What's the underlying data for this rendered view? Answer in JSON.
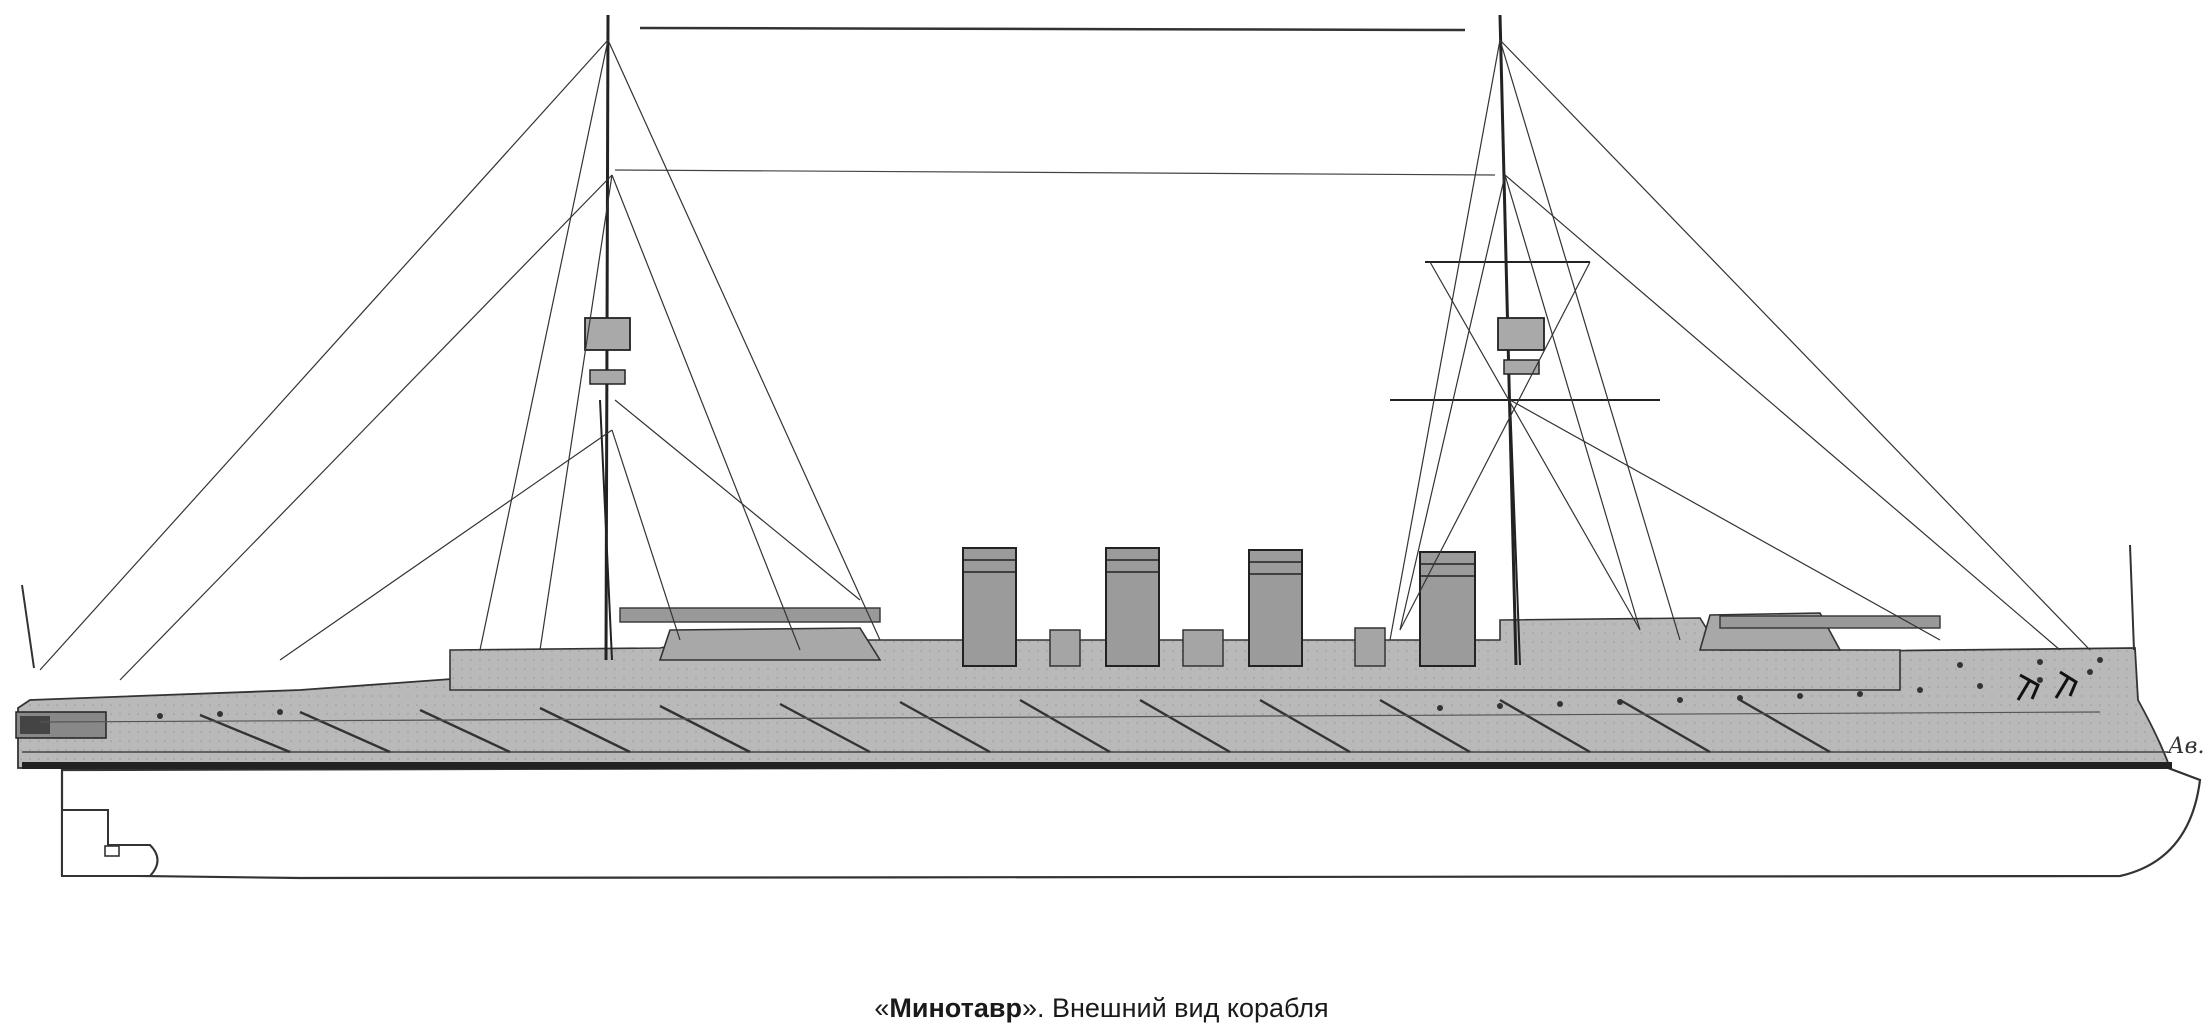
{
  "caption": {
    "open_quote": "«",
    "ship_name": "Минотавр",
    "close_quote": "»",
    "rest": ". Внешний вид корабля"
  },
  "signature": "Ав."
}
